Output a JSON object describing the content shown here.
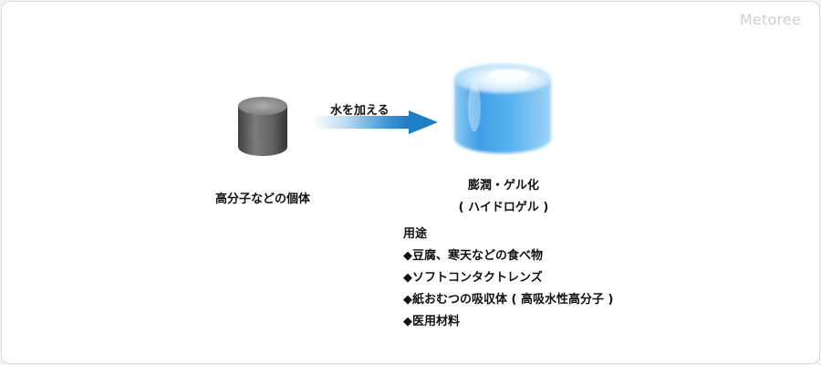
{
  "brand": "Metoree",
  "before": {
    "caption": "高分子などの個体"
  },
  "process": {
    "label": "水を加える"
  },
  "after": {
    "caption_line1": "膨潤・ゲル化",
    "caption_line2": "( ハイドロゲル )"
  },
  "uses": {
    "heading": "用途",
    "items": [
      "◆豆腐、寒天などの食べ物",
      "◆ソフトコンタクトレンズ",
      "◆紙おむつの吸収体 ( 高吸水性高分子 )",
      "◆医用材料"
    ]
  },
  "colors": {
    "solid_cylinder": "#8a8a8a",
    "gel_cylinder": "#5fb4ee",
    "arrow": "#1f84c8"
  }
}
